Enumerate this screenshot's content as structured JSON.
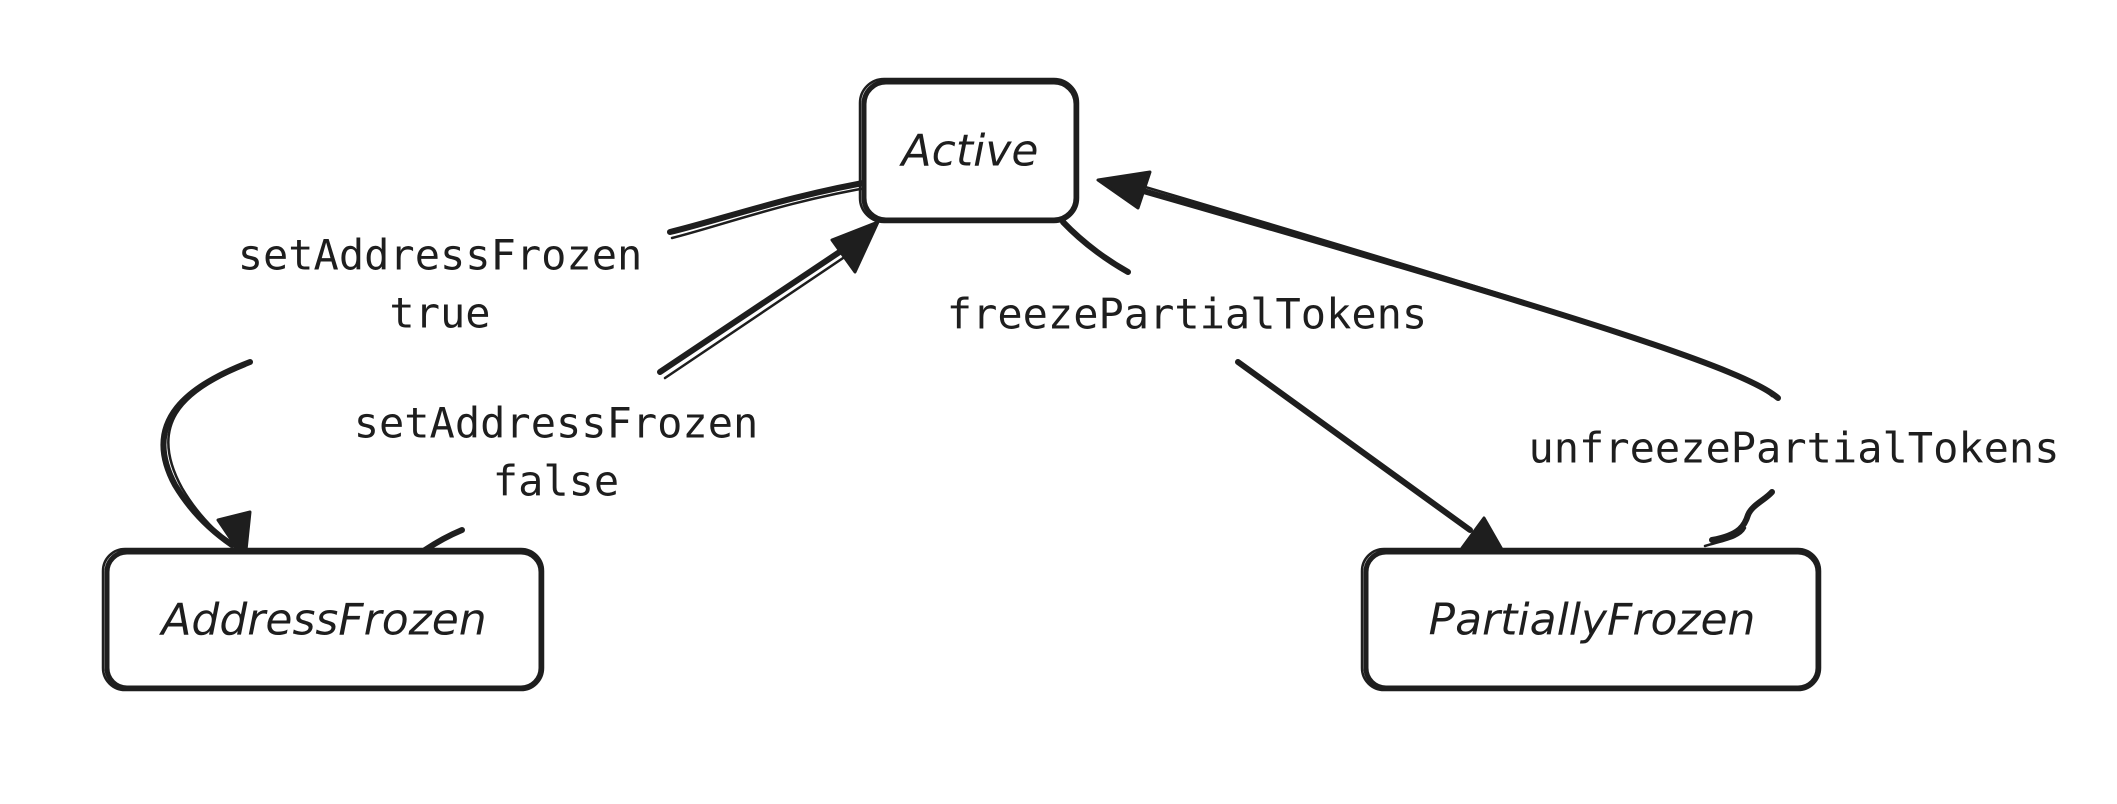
{
  "nodes": {
    "active": "Active",
    "address_frozen": "AddressFrozen",
    "partially_frozen": "PartiallyFrozen"
  },
  "edges": {
    "set_frozen_true": [
      "setAddressFrozen",
      "true"
    ],
    "set_frozen_false": [
      "setAddressFrozen",
      "false"
    ],
    "freeze_partial": "freezePartialTokens",
    "unfreeze_partial": "unfreezePartialTokens"
  }
}
